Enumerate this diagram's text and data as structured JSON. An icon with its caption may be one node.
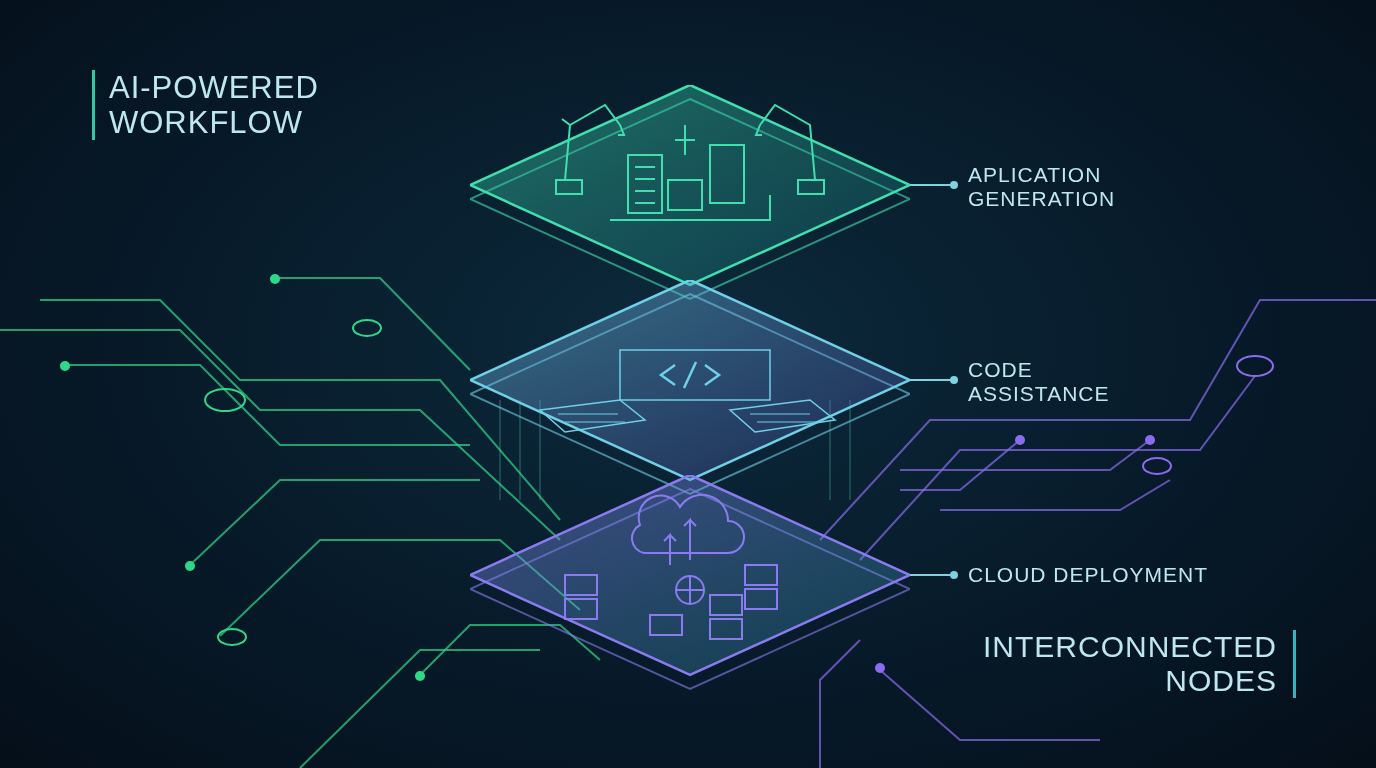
{
  "diagram": {
    "title": "AI-POWERED WORKFLOW",
    "nodes": [
      {
        "text": [],
        "shape": "picture"
      },
      {
        "text": [
          "APLICATION GENERATION"
        ]
      },
      {
        "text": [],
        "shape": "picture"
      },
      {
        "text": [
          "CODE ASSISTANCE"
        ]
      },
      {
        "text": [],
        "shape": "picture"
      },
      {
        "text": [
          "CLOUD DEPLOYMENT"
        ]
      }
    ],
    "edges": [
      {
        "from": 1,
        "to": 0,
        "arrow": "other"
      },
      {
        "from": 3,
        "to": 2,
        "arrow": "other"
      },
      {
        "from": 5,
        "to": 4,
        "arrow": "other"
      }
    ],
    "labels": [
      "INTERCONNECTED NODES"
    ]
  }
}
